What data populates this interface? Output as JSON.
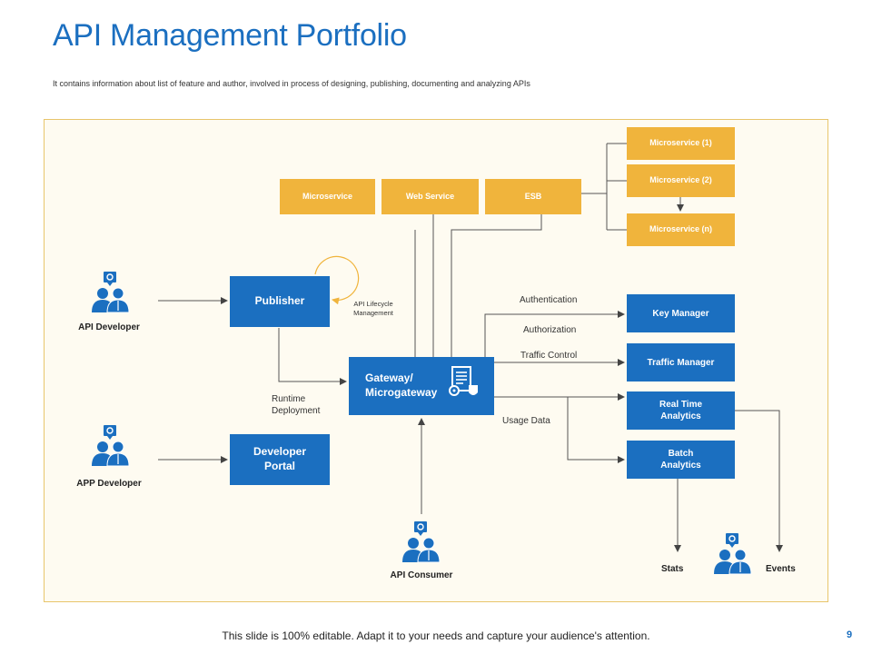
{
  "header": {
    "title": "API Management Portfolio",
    "subtitle": "It contains information about  list of feature and author, involved in process of designing, publishing, documenting and analyzing APIs"
  },
  "services": {
    "microservice": "Microservice",
    "web_service": "Web Service",
    "esb": "ESB"
  },
  "microservices": {
    "m1": "Microservice (1)",
    "m2": "Microservice (2)",
    "mn": "Microservice (n)"
  },
  "core": {
    "publisher": "Publisher",
    "developer_portal": "Developer Portal",
    "gateway": "Gateway/ Microgateway"
  },
  "analytics": {
    "key_manager": "Key Manager",
    "traffic_manager": "Traffic Manager",
    "real_time": "Real Time Analytics",
    "batch": "Batch Analytics"
  },
  "labels": {
    "lifecycle": "API Lifecycle Management",
    "runtime": "Runtime Deployment",
    "authentication": "Authentication",
    "authorization": "Authorization",
    "traffic_control": "Traffic Control",
    "usage_data": "Usage Data",
    "stats": "Stats",
    "events": "Events"
  },
  "actors": {
    "api_developer": "API Developer",
    "app_developer": "APP Developer",
    "api_consumer": "API Consumer"
  },
  "footer": {
    "text": "This slide is 100% editable. Adapt it to your needs and capture your audience's attention.",
    "page": "9"
  },
  "colors": {
    "blue": "#1b6fc0",
    "gold": "#f0b43c",
    "panel_bg": "#fefbf1"
  }
}
